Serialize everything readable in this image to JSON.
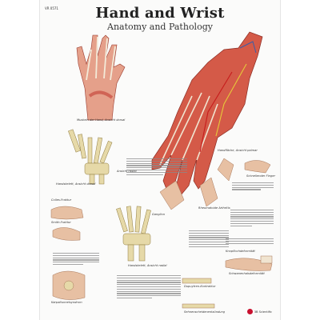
{
  "poster": {
    "code": "VR 0571",
    "title": "Hand and Wrist",
    "subtitle": "Anatomy and Pathology"
  },
  "figure_labels": {
    "dorsal_muscles": "Muskeln der Hand, Ansicht dorsal",
    "palmar_label": "Handfläche, Ansicht palmar",
    "skeleton_dorsal": "Handskelett, Ansicht dorsal",
    "skeleton_radial": "Handskelett, Ansicht radial",
    "fracture1": "Colles-Fraktur",
    "fracture2": "Smith-Fraktur",
    "rheumatoid": "Rheumatoide Arthritis",
    "ganglion": "Ganglion",
    "carpal_tunnel": "Karpaltunnelsyndrom",
    "tendon_sheath": "Sehnenscheidenentzündung",
    "contracture": "Dupuytren-Kontraktur",
    "trigger": "Schnellender Finger",
    "swan": "Schwanenhalsdeformität",
    "knopf": "Knopflochdeformität",
    "radial": "Ansicht radial"
  },
  "colors": {
    "muscle": "#c84a3e",
    "tendon": "#e8dcc8",
    "bone": "#e6d9a8",
    "skin": "#e7c0a3",
    "nerve": "#e6c93a",
    "artery": "#c61c1c",
    "vein": "#3b5ea8",
    "logo": "#c8102e"
  },
  "publisher": "3B Scientific"
}
